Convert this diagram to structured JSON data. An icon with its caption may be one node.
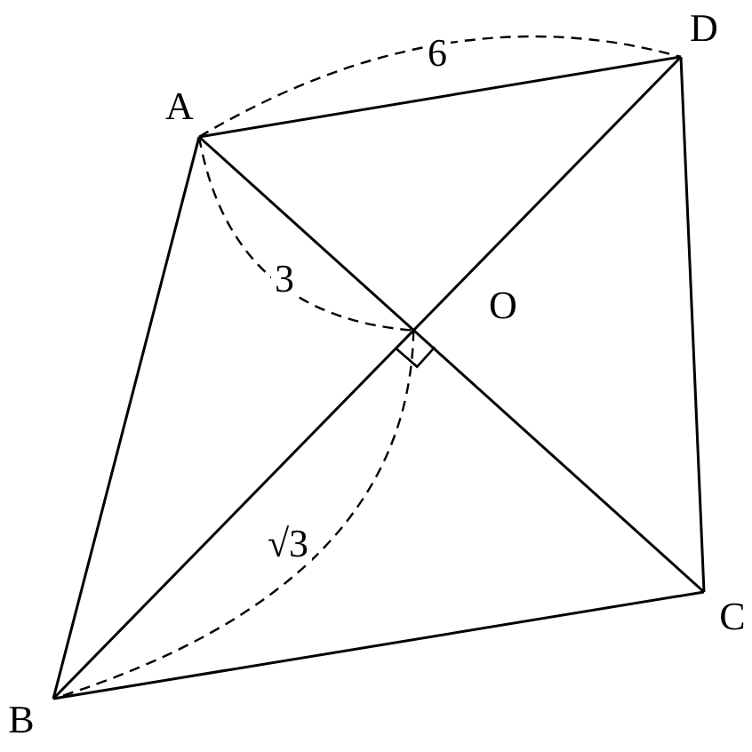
{
  "diagram": {
    "labels": [
      "D",
      "6",
      "A",
      "3",
      "O",
      "√3",
      "C",
      "B"
    ]
  }
}
